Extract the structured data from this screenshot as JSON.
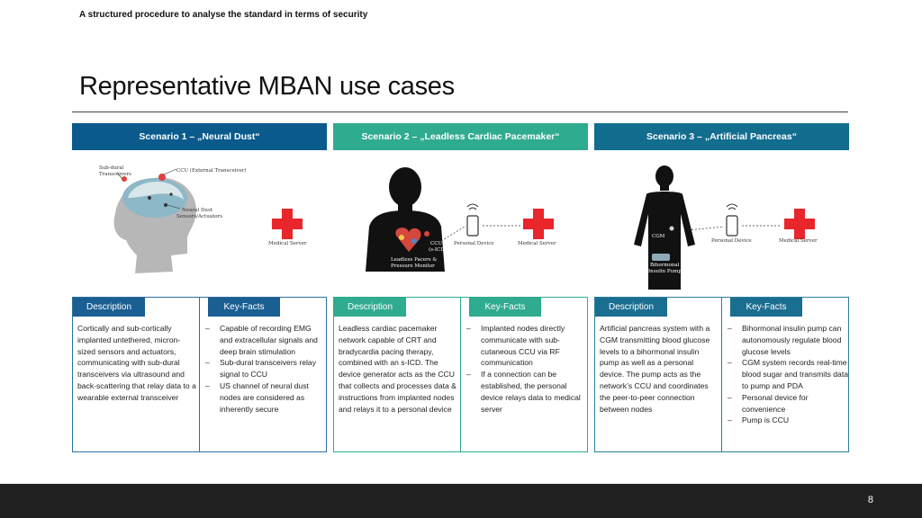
{
  "header": {
    "top_label": "A structured procedure to analyse the standard in terms of security",
    "title": "Representative MBAN use cases"
  },
  "scenarios": [
    {
      "title": "Scenario 1 – „Neural Dust“",
      "illustration_labels": {
        "sub_dural": "Sub-dural",
        "transceivers": "Transceivers",
        "ccu": "CCU (External Transceiver)",
        "neural_dust": "Neural Dust",
        "sensors_actuators": "Sensors/Actuators",
        "medical_server": "Medical Server"
      },
      "description_label": "Description",
      "keyfacts_label": "Key-Facts",
      "description": "Cortically and sub-cortically implanted untethered, micron-sized sensors and actuators, communicating with sub-dural transceivers via ultrasound and back-scattering that relay data to a wearable external transceiver",
      "keyfacts": [
        "Capable of recording EMG and extracellular signals and deep brain stimulation",
        "Sub-dural transceivers relay signal to CCU",
        "US channel of neural dust nodes are considered as inherently secure"
      ]
    },
    {
      "title": "Scenario 2 – „Leadless Cardiac Pacemaker“",
      "illustration_labels": {
        "ccu": "CCU",
        "sicd": "(s-ICD)",
        "pacer_line1": "Leadless Pacers &",
        "pacer_line2": "Pressure Monitor",
        "personal_device": "Personal Device",
        "medical_server": "Medical Server"
      },
      "description_label": "Description",
      "keyfacts_label": "Key-Facts",
      "description": "Leadless cardiac pacemaker network capable of CRT and bradycardia pacing therapy, combined with an s-ICD. The device generator acts as the CCU that collects and processes data & instructions from implanted nodes and relays it to a personal device",
      "keyfacts": [
        "Implanted nodes directly communicate with sub-cutaneous CCU via RF communication",
        "If a connection can be established, the personal device relays data to medical server"
      ]
    },
    {
      "title": "Scenario 3 – „Artificial Pancreas“",
      "illustration_labels": {
        "cgm": "CGM",
        "bihormonal": "Bihormonal",
        "insulin_pump": "Insulin Pump",
        "personal_device": "Personal Device",
        "medical_server": "Medical Server"
      },
      "description_label": "Description",
      "keyfacts_label": "Key-Facts",
      "description": "Artificial pancreas system with a CGM transmitting blood glucose levels to a bihormonal insulin pump as well as a personal device. The pump acts as the network’s CCU and coordinates the peer-to-peer connection between nodes",
      "keyfacts": [
        "Bihormonal insulin pump can autonomously regulate blood glucose levels",
        "CGM system records real-time blood sugar and transmits data to pump and PDA",
        "Personal device for convenience",
        "Pump is CCU"
      ]
    }
  ],
  "footer": {
    "page_number": "8"
  },
  "colors": {
    "scenario1": "#0a5a8c",
    "scenario2": "#2fab8f",
    "scenario3": "#136d8e",
    "medical_cross": "#e8262b",
    "footer": "#212121"
  }
}
